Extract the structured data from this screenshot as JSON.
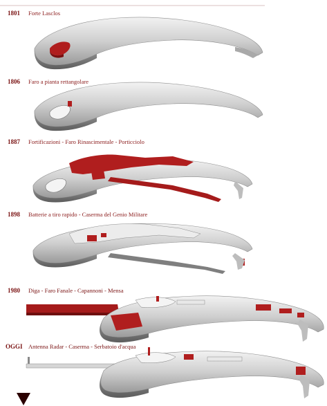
{
  "colors": {
    "accent": "#9b1b1b",
    "timeline_top": "#c7a3a3",
    "timeline_bottom": "#3a0000",
    "island": "#c9c9c9",
    "island_light": "#f0f0f0",
    "island_dark": "#8c8c8c",
    "building_new": "#b01e1e",
    "building_old": "#f4f4f4"
  },
  "timeline": {
    "stages": [
      {
        "year": "1801",
        "caption": "Forte Lasclos"
      },
      {
        "year": "1806",
        "caption": "Faro a pianta rettangolare"
      },
      {
        "year": "1887",
        "caption": "Fortificazioni - Faro Rinascimentale - Porticciolo"
      },
      {
        "year": "1898",
        "caption": "Batterie a tiro rapido - Caserma del Genio Militare"
      },
      {
        "year": "1980",
        "caption": "Diga - Faro Fanale - Capannoni - Mensa"
      },
      {
        "year": "OGGI",
        "caption": "Antenna Radar - Caserma - Serbatoio d'acqua"
      }
    ]
  }
}
